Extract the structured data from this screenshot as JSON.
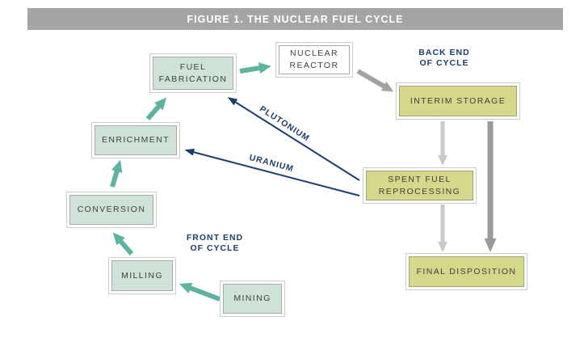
{
  "title": "FIGURE 1. THE NUCLEAR FUEL CYCLE",
  "boxes": {
    "fuel_fabrication": "FUEL\nFABRICATION",
    "nuclear_reactor": "NUCLEAR\nREACTOR",
    "interim_storage": "INTERIM STORAGE",
    "enrichment": "ENRICHMENT",
    "spent_fuel_reprocessing": "SPENT FUEL\nREPROCESSING",
    "conversion": "CONVERSION",
    "milling": "MILLING",
    "mining": "MINING",
    "final_disposition": "FINAL DISPOSITION"
  },
  "annotations": {
    "back_end": "BACK END\nOF CYCLE",
    "front_end": "FRONT END\nOF CYCLE",
    "plutonium": "PLUTONIUM",
    "uranium": "URANIUM"
  },
  "colors": {
    "title_bar": "#a5a5a5",
    "front_cycle_box_fill": "#cfe2d8",
    "back_cycle_box_fill": "#d5d78a",
    "reactor_box_fill": "#ffffff",
    "cycle_arrow_teal": "#5eb3a0",
    "annotation_navy": "#1b3e6d",
    "waste_arrow_light_gray": "#c9c9c9",
    "waste_arrow_dark_gray": "#9a9a9a",
    "reactor_arrow_gray": "#a2a2a2",
    "box_text": "#3f3f3f"
  }
}
